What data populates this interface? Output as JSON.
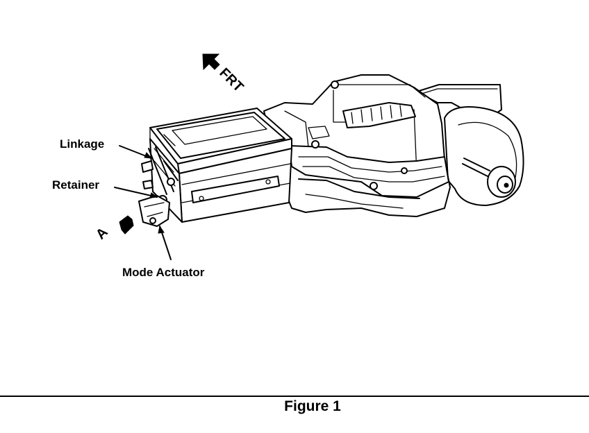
{
  "diagram": {
    "direction_label": "FRT",
    "view_label": "A",
    "callouts": {
      "linkage": "Linkage",
      "retainer": "Retainer",
      "mode_actuator": "Mode Actuator"
    }
  },
  "caption": "Figure 1"
}
